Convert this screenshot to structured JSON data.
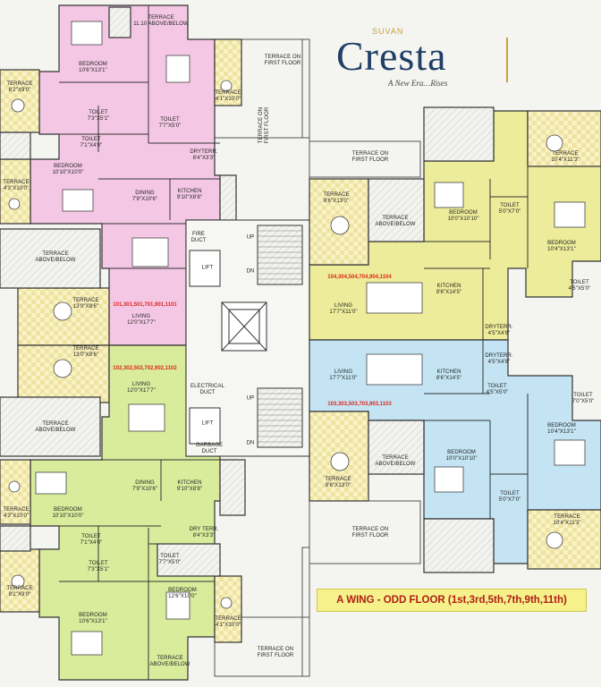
{
  "logo": {
    "brand": "SUVAN",
    "name": "Cresta",
    "tagline": "A New Era…Rises"
  },
  "banner": "A WING - ODD FLOOR (1st,3rd,5th,7th,9th,11th)",
  "flats": {
    "pink": "101,301,501,701,901,1101",
    "green": "102,302,502,702,902,1102",
    "yellow": "104,304,504,704,904,1104",
    "blue": "103,303,503,703,903,1103"
  },
  "labels": {
    "p_terrace_top": {
      "name": "TERRACE",
      "dim": "11.10 ABOVE/BELOW"
    },
    "p_bedroom1": {
      "name": "BEDROOM",
      "dim": "10'6\"X13'1\""
    },
    "p_terrace_l1": {
      "name": "TERRACE",
      "dim": "8'2\"X9'0\""
    },
    "p_toilet1": {
      "name": "TOILET",
      "dim": "7'3\"X5'1\""
    },
    "p_toilet2": {
      "name": "TOILET",
      "dim": "7'7\"X5'0\""
    },
    "p_terrace_r1": {
      "name": "TERRACE",
      "dim": "4'1\"X10'0\""
    },
    "p_toilet3": {
      "name": "TOILET",
      "dim": "7'1\"X4'0\""
    },
    "p_dryterr": {
      "name": "DRYTERR.",
      "dim": "8'4\"X3'3\""
    },
    "p_bedroom2": {
      "name": "BEDROOM",
      "dim": "10'10\"X10'0\""
    },
    "p_terrace_l2": {
      "name": "TERRACE",
      "dim": "4'3\"X10'0\""
    },
    "p_dining": {
      "name": "DINING",
      "dim": "7'9\"X10'6\""
    },
    "p_kitchen": {
      "name": "KITCHEN",
      "dim": "9'10\"X8'8\""
    },
    "p_living": {
      "name": "LIVING",
      "dim": "12'0\"X17'7\""
    },
    "p_terrace_l3": {
      "name": "TERRACE",
      "dim": "13'0\"X8'6\""
    },
    "fire_duct": {
      "name": "FIRE",
      "dim": "DUCT"
    },
    "terrace_first_top": {
      "name": "TERRACE ON",
      "dim": "FIRST FLOOR"
    },
    "terrace_first_mid": {
      "name": "TERRACE ON",
      "dim": "FIRST FLOOR"
    },
    "terrace_first_right": {
      "name": "TERRACE ON",
      "dim": "FIRST FLOOR"
    },
    "terrace_first_bottom": {
      "name": "TERRACE ON",
      "dim": "FIRST FLOOR"
    },
    "terrace_first_brt": {
      "name": "TERRACE ON",
      "dim": "FIRST FLOOR"
    },
    "terrace_ab_left1": {
      "name": "TERRACE",
      "dim": "ABOVE/BELOW"
    },
    "terrace_ab_left2": {
      "name": "TERRACE",
      "dim": "ABOVE/BELOW"
    },
    "terrace_ab_right1": {
      "name": "TERRACE",
      "dim": "ABOVE/BELOW"
    },
    "terrace_ab_right2": {
      "name": "TERRACE",
      "dim": "ABOVE/BELOW"
    },
    "terrace_ab_bottom": {
      "name": "TERRACE",
      "dim": "ABOVE/BELOW"
    },
    "lift_top": {
      "name": "LIFT",
      "dim": ""
    },
    "lift_bottom": {
      "name": "LIFT",
      "dim": ""
    },
    "up_top": {
      "name": "UP",
      "dim": ""
    },
    "dn_top": {
      "name": "DN",
      "dim": ""
    },
    "up_bottom": {
      "name": "UP",
      "dim": ""
    },
    "dn_bottom": {
      "name": "DN",
      "dim": ""
    },
    "electrical_duct": {
      "name": "ELECTRICAL",
      "dim": "DUCT"
    },
    "garbage_duct": {
      "name": "GARBAGE",
      "dim": "DUCT"
    },
    "g_living": {
      "name": "LIVING",
      "dim": "12'0\"X17'7\""
    },
    "g_terrace_l1": {
      "name": "TERRACE",
      "dim": "13'0\"X8'6\""
    },
    "g_dining": {
      "name": "DINING",
      "dim": "7'9\"X10'6\""
    },
    "g_kitchen": {
      "name": "KITCHEN",
      "dim": "9'10\"X8'8\""
    },
    "g_bedroom1": {
      "name": "BEDROOM",
      "dim": "10'10\"X10'0\""
    },
    "g_terrace_l2": {
      "name": "TERRACE",
      "dim": "4'3\"X10'0\""
    },
    "g_toilet1": {
      "name": "TOILET",
      "dim": "7'1\"X4'0\""
    },
    "g_dryterr": {
      "name": "DRY TERR.",
      "dim": "8'4\"X3'3\""
    },
    "g_toilet2": {
      "name": "TOILET",
      "dim": "7'3\"X5'1\""
    },
    "g_toilet3": {
      "name": "TOILET",
      "dim": "7'7\"X5'0\""
    },
    "g_terrace_l3": {
      "name": "TERRACE",
      "dim": "8'2\"X9'0\""
    },
    "g_bedroom2": {
      "name": "BEDROOM",
      "dim": "10'6\"X13'1\""
    },
    "g_bedroom3": {
      "name": "BEDROOM",
      "dim": "12'6\"X10'0\""
    },
    "g_terrace_r1": {
      "name": "TERRACE",
      "dim": "4'1\"X10'0\""
    },
    "y_terrace": {
      "name": "TERRACE",
      "dim": "8'6\"X13'0\""
    },
    "y_bedroom1": {
      "name": "BEDROOM",
      "dim": "10'0\"X10'10\""
    },
    "y_toilet1": {
      "name": "TOILET",
      "dim": "5'0\"X7'0\""
    },
    "y_terrace_r": {
      "name": "TERRACE",
      "dim": "10'4\"X11'3\""
    },
    "y_bedroom2": {
      "name": "BEDROOM",
      "dim": "10'4\"X13'1\""
    },
    "y_kitchen": {
      "name": "KITCHEN",
      "dim": "8'6\"X14'5\""
    },
    "y_toilet2": {
      "name": "TOILET",
      "dim": "4'5\"X5'0\""
    },
    "y_living": {
      "name": "LIVING",
      "dim": "17'7\"X11'0\""
    },
    "y_dryterr": {
      "name": "DRYTERR.",
      "dim": "4'5\"X4'8\""
    },
    "b_living": {
      "name": "LIVING",
      "dim": "17'7\"X11'0\""
    },
    "b_kitchen": {
      "name": "KITCHEN",
      "dim": "8'6\"X14'5\""
    },
    "b_dryterr": {
      "name": "DRYTERR.",
      "dim": "4'5\"X4'8\""
    },
    "b_toilet1": {
      "name": "TOILET",
      "dim": "4'5\"X5'0\""
    },
    "b_toilet_r": {
      "name": "TOILET",
      "dim": "7'0\"X5'0\""
    },
    "b_bedroom1": {
      "name": "BEDROOM",
      "dim": "10'4\"X13'1\""
    },
    "b_bedroom2": {
      "name": "BEDROOM",
      "dim": "10'0\"X10'10\""
    },
    "b_toilet2": {
      "name": "TOILET",
      "dim": "5'0\"X7'0\""
    },
    "b_terrace_l": {
      "name": "TERRACE",
      "dim": "8'6\"X13'0\""
    },
    "b_terrace_r": {
      "name": "TERRACE",
      "dim": "10'4\"X11'3\""
    }
  },
  "colors": {
    "pink": "#f4c8e4",
    "green": "#d8ec9c",
    "yellow": "#ecec9a",
    "blue": "#c4e4f4",
    "terrace": "#f6efb4",
    "outline": "#333333",
    "flat_number": "#e0261b"
  }
}
